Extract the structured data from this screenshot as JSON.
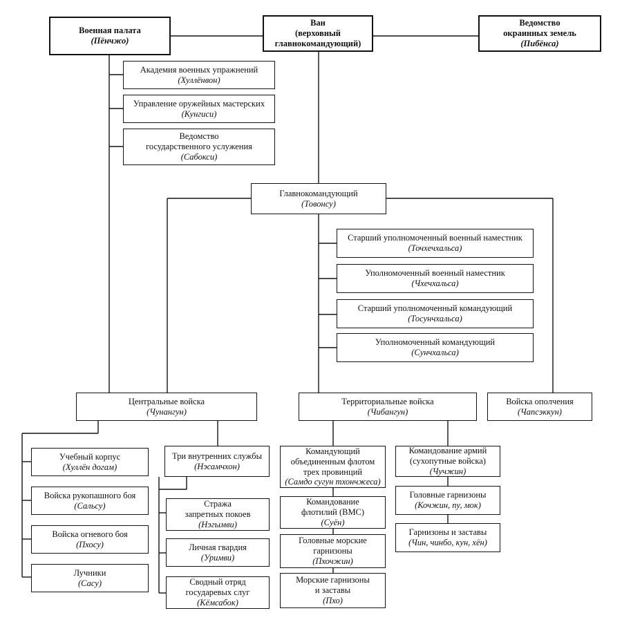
{
  "nodes": {
    "penchzho": {
      "title": "Военная палата",
      "sub": "(Пёнчжо)"
    },
    "van": {
      "title": "Ван\n(верховный\nглавнокомандующий)",
      "sub": ""
    },
    "pibensa": {
      "title": "Ведомство\nокраинных земель",
      "sub": "(Пибёнса)"
    },
    "khullenvon": {
      "title": "Академия военных упражнений",
      "sub": "(Хуллёнвон)"
    },
    "kungisi": {
      "title": "Управление оружейных мастерских",
      "sub": "(Кунгиси)"
    },
    "saboksi": {
      "title": "Ведомство\nгосударственного услужения",
      "sub": "(Сабокси)"
    },
    "tovonsu": {
      "title": "Главнокомандующий",
      "sub": "(Товонсу)"
    },
    "tochkhe": {
      "title": "Старший уполномоченный военный наместник",
      "sub": "(Точхечхальса)"
    },
    "chkhe": {
      "title": "Уполномоченный военный наместник",
      "sub": "(Чхечхальса)"
    },
    "tosun": {
      "title": "Старший уполномоченный командующий",
      "sub": "(Тосунчхальса)"
    },
    "sun": {
      "title": "Уполномоченный командующий",
      "sub": "(Сунчхальса)"
    },
    "chunangun": {
      "title": "Центральные войска",
      "sub": "(Чунангун)"
    },
    "chibangun": {
      "title": "Территориальные войска",
      "sub": "(Чибангун)"
    },
    "chapsekkun": {
      "title": "Войска ополчения",
      "sub": "(Чапсэккун)"
    },
    "uchebny": {
      "title": "Учебный корпус",
      "sub": "(Хуллён догам)"
    },
    "salsu": {
      "title": "Войска рукопашного боя",
      "sub": "(Сальсу)"
    },
    "pkhosu": {
      "title": "Войска огневого боя",
      "sub": "(Пхосу)"
    },
    "sasu": {
      "title": "Лучники",
      "sub": "(Сасу)"
    },
    "nesamchkhon": {
      "title": "Три внутренних службы",
      "sub": "(Нэсамчхон)"
    },
    "negymvi": {
      "title": "Стража\nзапретных покоев",
      "sub": "(Нэгымви)"
    },
    "urimvi": {
      "title": "Личная гвардия",
      "sub": "(Уримви)"
    },
    "kemsabok": {
      "title": "Сводный отряд\nгосударевых слуг",
      "sub": "(Кёмсабок)"
    },
    "samdo": {
      "title": "Командующий\nобъединенным флотом\nтрех провинций",
      "sub": "(Самдо сугун тхончжеса)"
    },
    "suen": {
      "title": "Командование\nфлотилий (ВМС)",
      "sub": "(Суён)"
    },
    "pkhochzhin": {
      "title": "Головные морские\nгарнизоны",
      "sub": "(Пхочжин)"
    },
    "pkho": {
      "title": "Морские гарнизоны\nи заставы",
      "sub": "(Пхо)"
    },
    "chuchzhin": {
      "title": "Командование армий\n(сухопутные войска)",
      "sub": "(Чучжин)"
    },
    "kochzhin": {
      "title": "Головные гарнизоны",
      "sub": "(Кочжин, пу, мок)"
    },
    "chin": {
      "title": "Гарнизоны и заставы",
      "sub": "(Чин, чинбо, кун, хён)"
    }
  }
}
